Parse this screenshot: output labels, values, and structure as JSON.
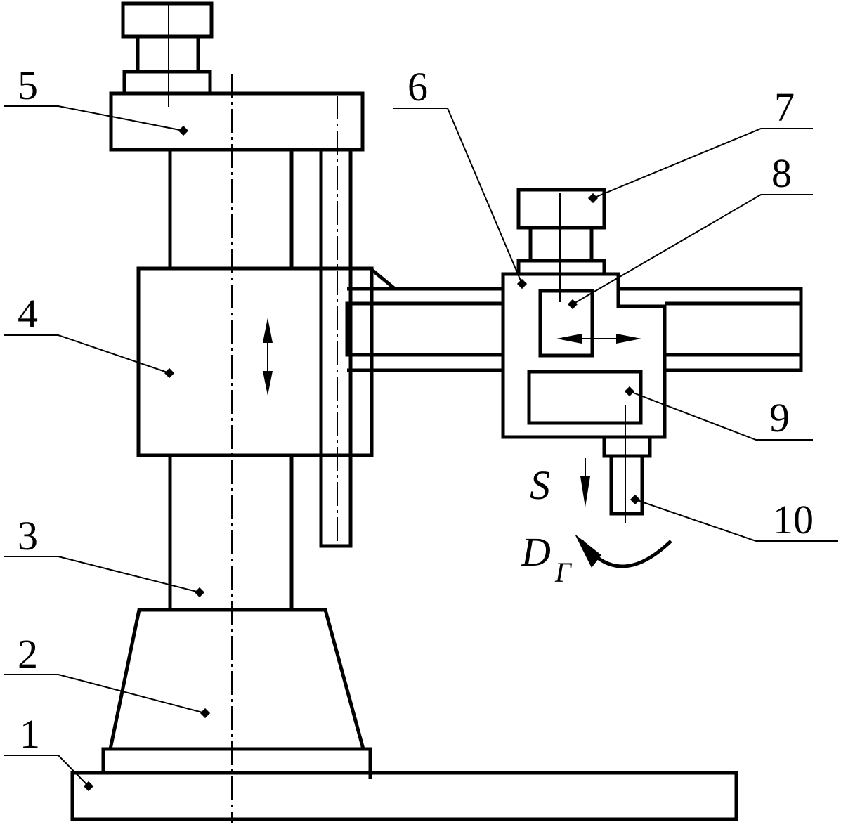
{
  "parts": [
    {
      "id": "1",
      "label": "1"
    },
    {
      "id": "2",
      "label": "2"
    },
    {
      "id": "3",
      "label": "3"
    },
    {
      "id": "4",
      "label": "4"
    },
    {
      "id": "5",
      "label": "5"
    },
    {
      "id": "6",
      "label": "6"
    },
    {
      "id": "7",
      "label": "7"
    },
    {
      "id": "8",
      "label": "8"
    },
    {
      "id": "9",
      "label": "9"
    },
    {
      "id": "10",
      "label": "10"
    }
  ],
  "motions": {
    "feed": {
      "symbol": "S"
    },
    "main": {
      "symbol": "D",
      "subscript": "Г"
    }
  }
}
